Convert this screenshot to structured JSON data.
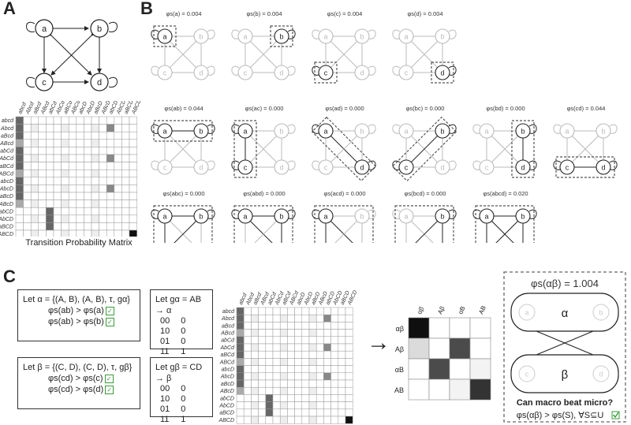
{
  "panels": {
    "A": "A",
    "B": "B",
    "C": "C"
  },
  "nodes": [
    "a",
    "b",
    "c",
    "d"
  ],
  "states": [
    "abcd",
    "Abcd",
    "aBcd",
    "ABcd",
    "abCd",
    "AbCd",
    "aBCd",
    "ABCd",
    "abcD",
    "AbcD",
    "aBcD",
    "ABcD",
    "abCD",
    "AbCD",
    "aBCD",
    "ABCD"
  ],
  "A": {
    "caption": "Transition Probability Matrix"
  },
  "B": {
    "rows": [
      [
        {
          "label": "φs(a) = 0.004",
          "active": [
            "a"
          ]
        },
        {
          "label": "φs(b) = 0.004",
          "active": [
            "b"
          ]
        },
        {
          "label": "φs(c) = 0.004",
          "active": [
            "c"
          ]
        },
        {
          "label": "φs(d) = 0.004",
          "active": [
            "d"
          ]
        }
      ],
      [
        {
          "label": "φs(ab) = 0.044",
          "active": [
            "a",
            "b"
          ]
        },
        {
          "label": "φs(ac) = 0.000",
          "active": [
            "a",
            "c"
          ]
        },
        {
          "label": "φs(ad) = 0.000",
          "active": [
            "a",
            "d"
          ]
        },
        {
          "label": "φs(bc) = 0.000",
          "active": [
            "b",
            "c"
          ]
        },
        {
          "label": "φs(bd) = 0.000",
          "active": [
            "b",
            "d"
          ]
        },
        {
          "label": "φs(cd) = 0.044",
          "active": [
            "c",
            "d"
          ]
        }
      ],
      [
        {
          "label": "φs(abc) = 0.000",
          "active": [
            "a",
            "b",
            "c"
          ]
        },
        {
          "label": "φs(abd) = 0.000",
          "active": [
            "a",
            "b",
            "d"
          ]
        },
        {
          "label": "φs(acd) = 0.000",
          "active": [
            "a",
            "c",
            "d"
          ]
        },
        {
          "label": "φs(bcd) = 0.000",
          "active": [
            "b",
            "c",
            "d"
          ]
        },
        {
          "label": "φs(abcd) = 0.020",
          "active": [
            "a",
            "b",
            "c",
            "d"
          ]
        }
      ]
    ]
  },
  "C": {
    "alpha_def": "Let α = {(A, B), (A, B), τ, gα}",
    "alpha_ineq1": "φs(ab) > φs(a)",
    "alpha_ineq2": "φs(ab) > φs(b)",
    "beta_def": "Let β = {(C, D), (C, D), τ, gβ}",
    "beta_ineq1": "φs(cd) > φs(c)",
    "beta_ineq2": "φs(cd) > φs(d)",
    "galpha_title": "Let gα = AB → α",
    "galpha_rows": [
      [
        "00",
        "0"
      ],
      [
        "10",
        "0"
      ],
      [
        "01",
        "0"
      ],
      [
        "11",
        "1"
      ]
    ],
    "gbeta_title": "Let gβ = CD → β",
    "gbeta_rows": [
      [
        "00",
        "0"
      ],
      [
        "10",
        "0"
      ],
      [
        "01",
        "0"
      ],
      [
        "11",
        "1"
      ]
    ],
    "arrow": "→",
    "macro_states": [
      "αβ",
      "Aβ",
      "αB",
      "AB"
    ],
    "macro_matrix": [
      [
        1.0,
        0,
        0,
        0
      ],
      [
        0.15,
        0,
        0.75,
        0
      ],
      [
        0,
        0.75,
        0,
        0.05
      ],
      [
        0,
        0,
        0.05,
        0.85
      ]
    ],
    "macro_value": "φs(αβ) = 1.004",
    "alpha_label": "α",
    "beta_label": "β",
    "question": "Can macro beat micro?",
    "conclusion": "φs(αβ) > φs(S), ∀S⊆U"
  }
}
